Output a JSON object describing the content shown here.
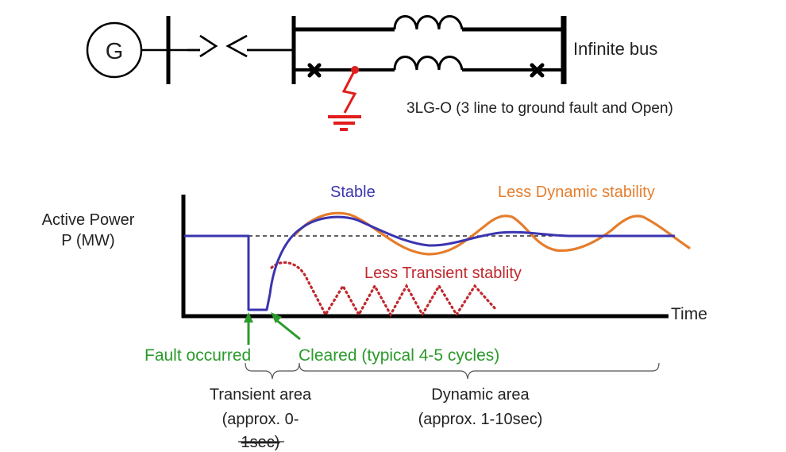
{
  "circuit": {
    "generator_label": "G",
    "infinite_bus_label": "Infinite bus",
    "fault_label": "3LG-O (3 line to ground fault and Open)",
    "colors": {
      "line": "#000000",
      "fault": "#e11d1d"
    }
  },
  "chart_data": {
    "type": "line",
    "title": "",
    "ylabel_line1": "Active Power",
    "ylabel_line2": "P (MW)",
    "xlabel": "Time",
    "grid": false,
    "series": [
      {
        "name": "Stable",
        "label": "Stable",
        "color": "#3b34b0",
        "style": "solid"
      },
      {
        "name": "Less Dynamic stability",
        "label": "Less Dynamic stability",
        "color": "#e57d2c",
        "style": "solid"
      },
      {
        "name": "Less Transient stablity",
        "label": "Less Transient stablity",
        "color": "#c0282e",
        "style": "dotted"
      }
    ],
    "reference_line": {
      "name": "pre-fault power level",
      "style": "dashed",
      "color": "#000000"
    },
    "annotations": [
      {
        "text": "Fault occurred",
        "color": "#2a9a2a"
      },
      {
        "text": "Cleared (typical 4-5 cycles)",
        "color": "#2a9a2a"
      }
    ],
    "regions": [
      {
        "line1": "Transient area",
        "line2": "(approx. 0-",
        "line3": "1sec)"
      },
      {
        "line1": "Dynamic area",
        "line2": "(approx. 1-10sec)"
      }
    ]
  }
}
